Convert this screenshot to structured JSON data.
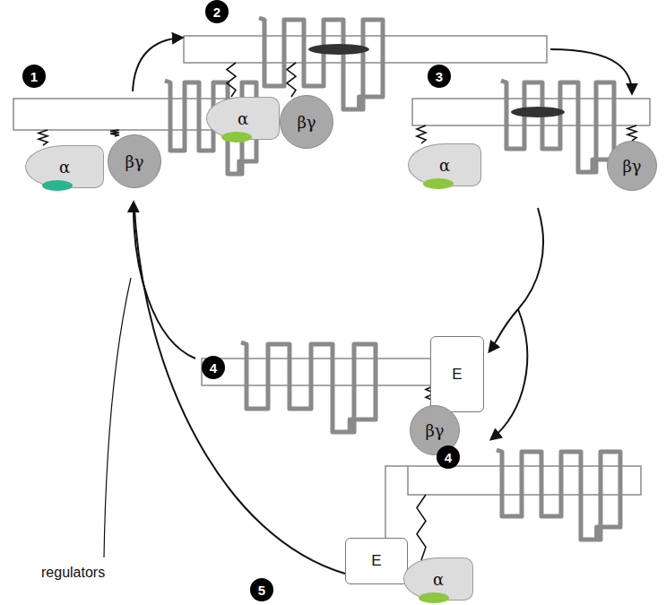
{
  "diagram": {
    "nodes": [
      {
        "text": [
          "2"
        ]
      },
      {
        "text": [
          "α"
        ]
      },
      {
        "text": [
          "βγ"
        ]
      },
      {
        "text": [
          "1"
        ]
      },
      {
        "text": [
          "3"
        ]
      },
      {
        "text": [
          "α"
        ]
      },
      {
        "text": [
          "βγ"
        ]
      },
      {
        "text": [
          "α"
        ]
      },
      {
        "text": [
          "βγ"
        ]
      },
      {
        "text": [
          "4"
        ]
      },
      {
        "text": [
          "E"
        ]
      },
      {
        "text": [
          "βγ"
        ]
      },
      {
        "text": [
          "4"
        ]
      },
      {
        "text": [
          "E"
        ]
      },
      {
        "text": [
          "α"
        ]
      },
      {
        "text": [
          "5"
        ]
      }
    ],
    "labels": [
      "regulators"
    ]
  }
}
